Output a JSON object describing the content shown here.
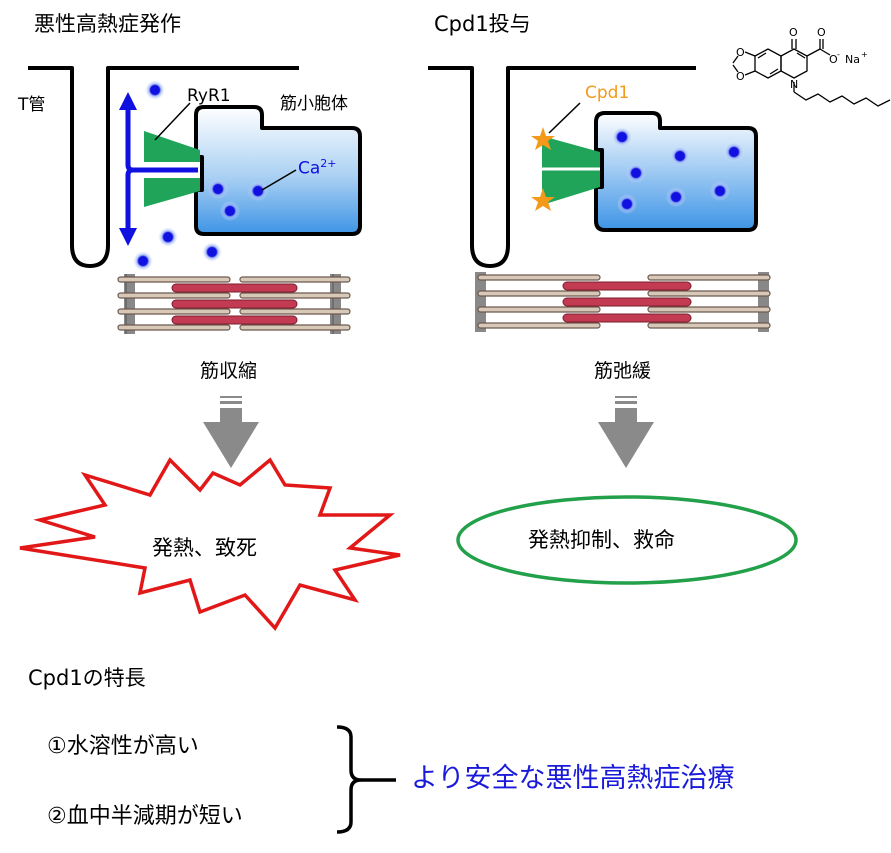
{
  "left_panel": {
    "title": "悪性高熱症発作",
    "t_tubule_label": "T管",
    "ryr1_label": "RyR1",
    "sr_label": "筋小胞体",
    "ca_label": "Ca",
    "ca_superscript": "2+",
    "contraction_label": "筋収縮",
    "outcome_label": "発熱、致死"
  },
  "right_panel": {
    "title": "Cpd1投与",
    "cpd1_label": "Cpd1",
    "relaxation_label": "筋弛緩",
    "outcome_label": "発熱抑制、救命",
    "structure": {
      "carbonyl_o": "O",
      "carboxylate": "O",
      "minus": "-",
      "sodium": "Na",
      "plus": "+",
      "nitrogen": "N",
      "ring_o1": "O",
      "ring_o2": "O"
    }
  },
  "features": {
    "title": "Cpd1の特長",
    "items": [
      "①水溶性が高い",
      "②血中半減期が短い"
    ],
    "conclusion": "より安全な悪性高熱症治療"
  },
  "colors": {
    "calcium": "#1010e0",
    "ryr1": "#1fa45a",
    "cpd1_star": "#f39a1a",
    "actin": "#d8c8b8",
    "myosin": "#c23b52",
    "burst": "#e21818",
    "ellipse": "#22a04a",
    "arrow": "#8a8a8a",
    "conclusion_text": "#1a1adb"
  }
}
